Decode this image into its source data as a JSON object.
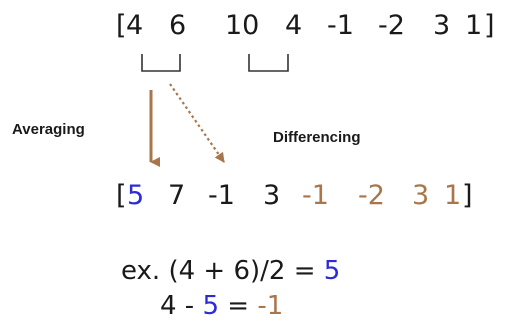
{
  "colors": {
    "text": "#1a1a1a",
    "average": "#2b2bd9",
    "difference": "#a8764a",
    "arrow": "#a8764a"
  },
  "input_row": {
    "open_bracket": "[",
    "values": [
      "4",
      "6",
      "10",
      "4",
      "-1",
      "-2",
      "3",
      "1"
    ],
    "close_bracket": "]"
  },
  "labels": {
    "averaging": "Averaging",
    "differencing": "Differencing"
  },
  "output_row": {
    "open_bracket": "[",
    "averages": [
      "5",
      "7",
      "-1",
      "3"
    ],
    "differences": [
      "-1",
      "-2",
      "3",
      "1"
    ],
    "close_bracket": "]"
  },
  "example": {
    "prefix": "ex. (4 + 6)/2 = ",
    "avg_result": "5",
    "line2_a": "4 - ",
    "line2_b": "5",
    "line2_c": " = ",
    "diff_result": "-1"
  }
}
